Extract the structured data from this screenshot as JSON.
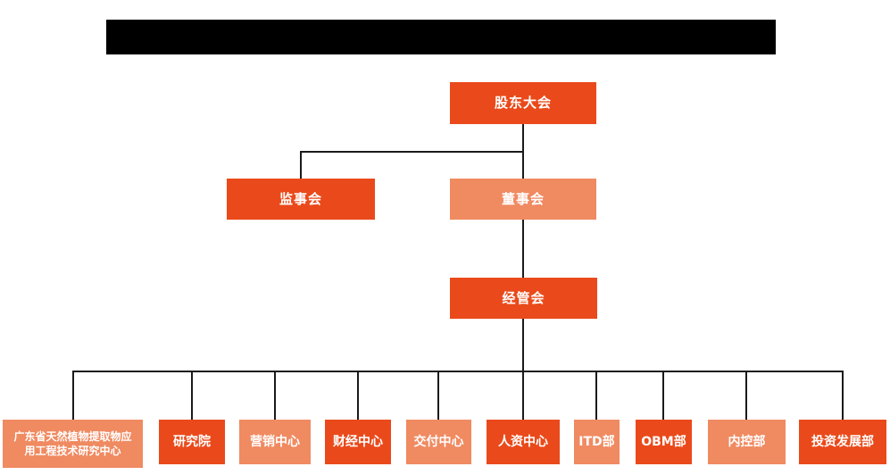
{
  "colors": {
    "primary": "#EA4A1B",
    "secondary": "#F08A61",
    "connector": "#1A1A1A",
    "redaction": "#000000",
    "node_text": "#FFFFFF",
    "background": "#FFFFFF"
  },
  "title_bar": {
    "redacted": true,
    "visible_text": ""
  },
  "org": {
    "type": "org-chart",
    "shareholders": "股东大会",
    "supervisory": "监事会",
    "board": "董事会",
    "management": "经管会",
    "departments": [
      "广东省天然植物提取物应用工程技术研究中心",
      "研究院",
      "营销中心",
      "财经中心",
      "交付中心",
      "人资中心",
      "ITD部",
      "OBM部",
      "内控部",
      "投资发展部"
    ],
    "hierarchy": [
      {
        "parent": "股东大会",
        "children": [
          "监事会",
          "董事会"
        ]
      },
      {
        "parent": "董事会",
        "children": [
          "经管会"
        ]
      },
      {
        "parent": "经管会",
        "children": [
          "广东省天然植物提取物应用工程技术研究中心",
          "研究院",
          "营销中心",
          "财经中心",
          "交付中心",
          "人资中心",
          "ITD部",
          "OBM部",
          "内控部",
          "投资发展部"
        ]
      }
    ]
  }
}
